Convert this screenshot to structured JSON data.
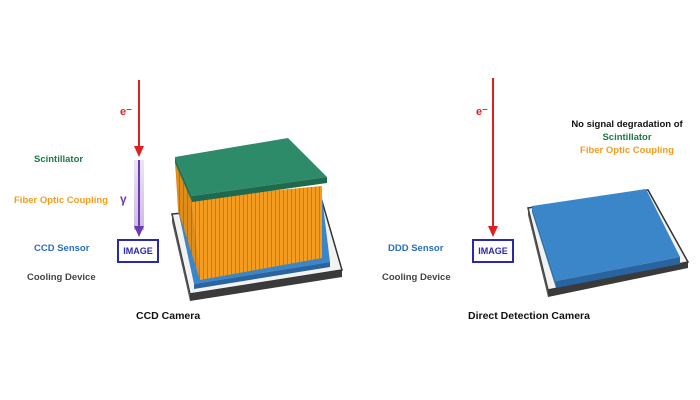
{
  "ccd": {
    "layer_labels": {
      "scintillator": "Scintillator",
      "fiber_optic": "Fiber Optic Coupling",
      "sensor": "CCD Sensor",
      "cooling": "Cooling Device"
    },
    "electron_label": "e⁻",
    "gamma_label": "γ",
    "image_label": "IMAGE",
    "caption": "CCD Camera"
  },
  "ddd": {
    "layer_labels": {
      "sensor": "DDD Sensor",
      "cooling": "Cooling Device"
    },
    "electron_label": "e⁻",
    "image_label": "IMAGE",
    "caption": "Direct Detection Camera",
    "note": {
      "line1": "No signal degradation of",
      "line2": "Scintillator",
      "line3": "Fiber Optic Coupling"
    }
  },
  "colors": {
    "scintillator": "#2e8b6a",
    "fiber_optic": "#f39c1f",
    "sensor": "#3b86c8",
    "cooling": "#4a4a4a",
    "electron_arrow": "#e02020",
    "gamma_arrow": "#6a3ab0",
    "image_box": "#2a2aa8",
    "label_green": "#1e7a4a",
    "label_orange": "#f39c1f",
    "label_blue": "#2a6fbf",
    "label_gray": "#444444"
  }
}
